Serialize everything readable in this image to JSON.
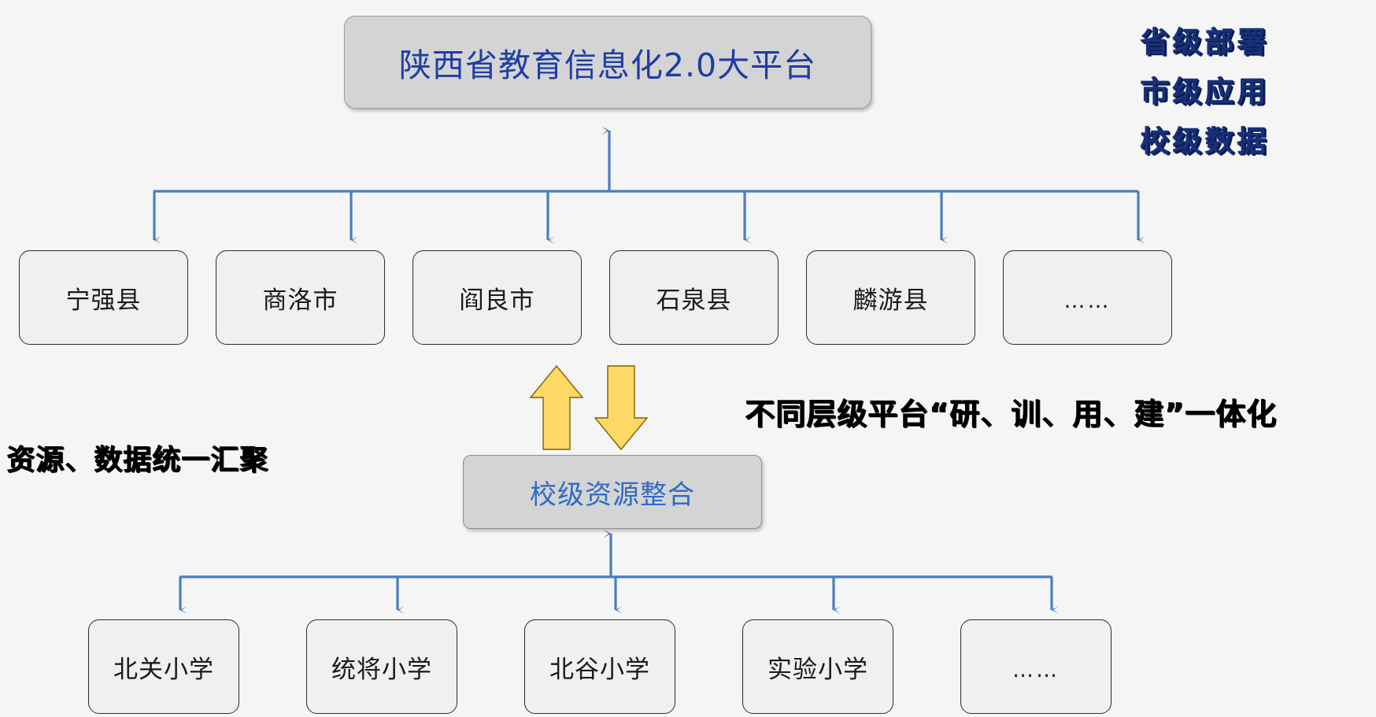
{
  "diagram": {
    "title_box": {
      "label": "陕西省教育信息化2.0大平台"
    },
    "integration_box": {
      "label": "校级资源整合"
    },
    "level_headings": [
      {
        "label": "省级部署"
      },
      {
        "label": "市级应用"
      },
      {
        "label": "校级数据"
      }
    ],
    "county_nodes": [
      {
        "label": "宁强县"
      },
      {
        "label": "商洛市"
      },
      {
        "label": "阎良市"
      },
      {
        "label": "石泉县"
      },
      {
        "label": "麟游县"
      },
      {
        "label": "……"
      }
    ],
    "school_nodes": [
      {
        "label": "北关小学"
      },
      {
        "label": "统将小学"
      },
      {
        "label": "北谷小学"
      },
      {
        "label": "实验小学"
      },
      {
        "label": "……"
      }
    ],
    "captions": {
      "left": "资源、数据统一汇聚",
      "right": "不同层级平台“研、训、用、建”一体化"
    },
    "arrows": {
      "up_arrow_name": "upward-flow-arrow",
      "down_arrow_name": "downward-flow-arrow",
      "connector_color": "#4a7ebb",
      "exchange_arrow_color": "#ffd966"
    },
    "colors": {
      "heading_blue": "#17307a",
      "title_text_blue": "#1f3da3",
      "integration_text_blue": "#2e6cc4",
      "box_fill": "#f0f0f0",
      "header_box_fill": "#d4d4d4",
      "connector_blue": "#4a7ebb",
      "exchange_yellow": "#ffd966",
      "background": "#f5f5f5"
    }
  }
}
